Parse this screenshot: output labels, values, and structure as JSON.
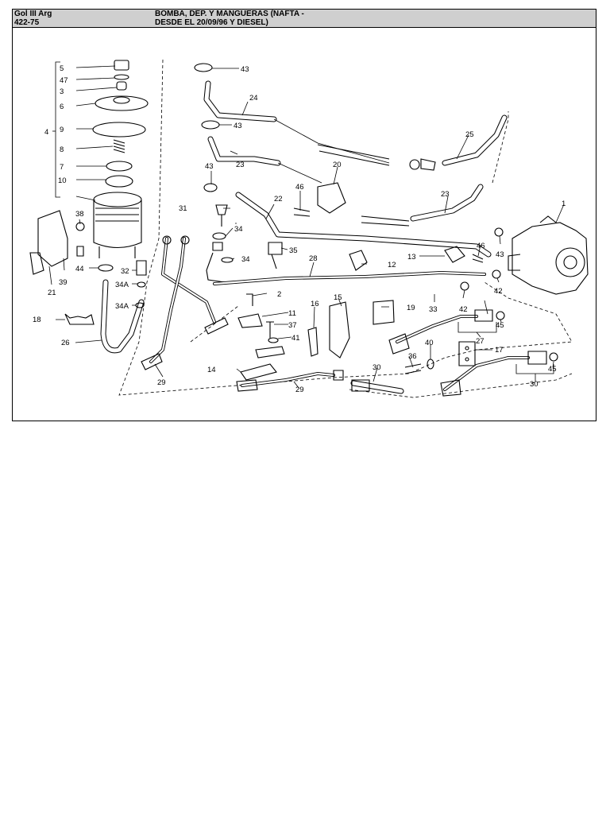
{
  "header": {
    "model": "Gol III Arg",
    "code": "422-75",
    "title_line1": "BOMBA, DEP. Y MANGUERAS (NAFTA -",
    "title_line2": "DESDE EL 20/09/96 Y DIESEL)"
  },
  "callouts": [
    "5",
    "47",
    "3",
    "6",
    "4",
    "9",
    "8",
    "7",
    "10",
    "38",
    "21",
    "39",
    "44",
    "32",
    "34A",
    "34A",
    "18",
    "26",
    "29",
    "43",
    "24",
    "43",
    "23",
    "20",
    "43",
    "46",
    "22",
    "31",
    "34",
    "34",
    "35",
    "28",
    "12",
    "13",
    "46",
    "43",
    "25",
    "23",
    "1",
    "42",
    "33",
    "2",
    "11",
    "37",
    "41",
    "16",
    "15",
    "19",
    "42",
    "45",
    "27",
    "17",
    "40",
    "36",
    "30",
    "14",
    "29",
    "30",
    "45"
  ]
}
